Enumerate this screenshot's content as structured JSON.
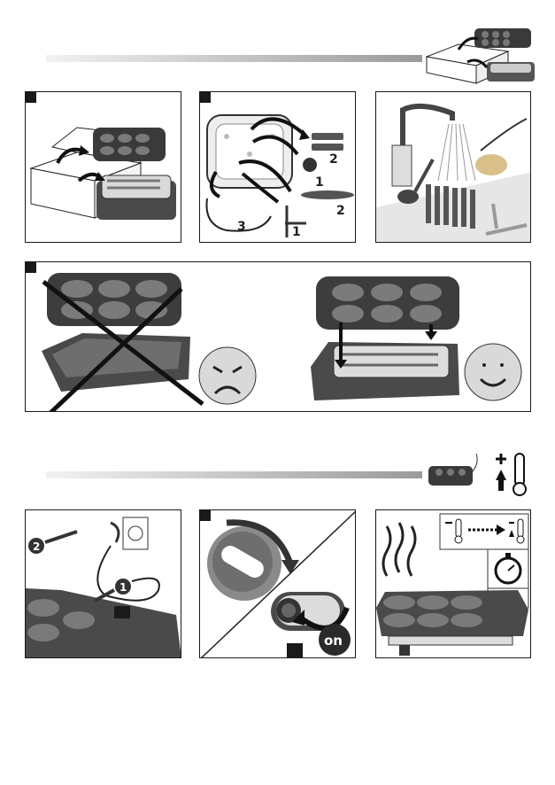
{
  "section_unpack": {
    "panel_a": {
      "step": ""
    },
    "panel_b": {
      "step": "",
      "callouts": [
        "2",
        "1",
        "2",
        "3",
        "1"
      ]
    },
    "panel_c": {
      "step": ""
    },
    "panel_d": {
      "step": ""
    }
  },
  "section_preheat": {
    "panel_e": {
      "step": "",
      "callouts": [
        "2",
        "1"
      ]
    },
    "panel_f": {
      "step": "",
      "switch_text": "on"
    },
    "panel_g": {
      "step": ""
    }
  },
  "icons": {
    "wrong": "sad-face-icon",
    "right": "happy-face-icon",
    "thermometer": "thermometer-icon",
    "timer": "stopwatch-icon"
  },
  "colors": {
    "ink": "#1a1a1a",
    "plate": "#444444",
    "bar_dark": "#9a9a9a"
  }
}
